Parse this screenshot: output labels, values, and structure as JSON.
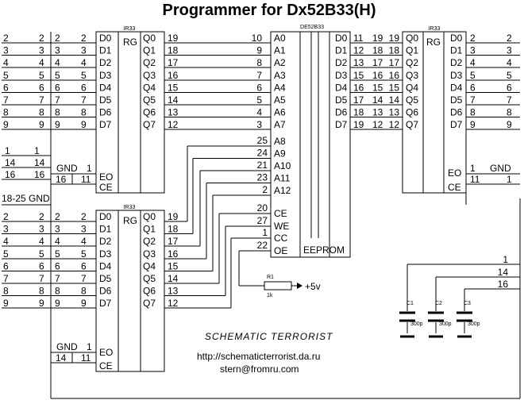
{
  "title": "Programmer for Dx52B33(H)",
  "chips": {
    "u1": {
      "name": "IR33",
      "func": "RG",
      "inputs": [
        "D0",
        "D1",
        "D2",
        "D3",
        "D4",
        "D5",
        "D6",
        "D7"
      ],
      "outputs": [
        "Q0",
        "Q1",
        "Q2",
        "Q3",
        "Q4",
        "Q5",
        "Q6",
        "Q7"
      ],
      "in_pins": [
        "2",
        "3",
        "4",
        "5",
        "6",
        "7",
        "8",
        "9"
      ],
      "out_pins": [
        "19",
        "18",
        "17",
        "16",
        "15",
        "14",
        "13",
        "12"
      ],
      "eo": "EO",
      "ce": "CE",
      "eo_pin": "1",
      "ce_pin": "11",
      "gnd": "GND",
      "left_ce_pin": "16"
    },
    "u2": {
      "name": "IR33",
      "func": "RG",
      "inputs": [
        "D0",
        "D1",
        "D2",
        "D3",
        "D4",
        "D5",
        "D6",
        "D7"
      ],
      "outputs": [
        "Q0",
        "Q1",
        "Q2",
        "Q3",
        "Q4",
        "Q5",
        "Q6",
        "Q7"
      ],
      "in_pins": [
        "2",
        "3",
        "4",
        "5",
        "6",
        "7",
        "8",
        "9"
      ],
      "out_pins": [
        "19",
        "18",
        "17",
        "16",
        "15",
        "14",
        "13",
        "12"
      ],
      "eo": "EO",
      "ce": "CE",
      "eo_pin": "1",
      "ce_pin": "11",
      "gnd": "GND",
      "left_ce_pin": "14"
    },
    "u3": {
      "name": "IR33",
      "func": "RG",
      "inputs": [
        "Q0",
        "Q1",
        "Q2",
        "Q3",
        "Q4",
        "Q5",
        "Q6",
        "Q7"
      ],
      "outputs": [
        "D0",
        "D1",
        "D2",
        "D3",
        "D4",
        "D5",
        "D6",
        "D7"
      ],
      "in_pins": [
        "19",
        "18",
        "17",
        "16",
        "15",
        "14",
        "13",
        "12"
      ],
      "out_pins": [
        "2",
        "3",
        "4",
        "5",
        "6",
        "7",
        "8",
        "9"
      ],
      "eo": "EO",
      "ce": "CE",
      "eo_pin": "1",
      "ce_pin": "11",
      "gnd": "GND",
      "right_ce_pin": "1"
    },
    "eeprom": {
      "name": "DE52B33",
      "label": "EEPROM",
      "addr": [
        "A0",
        "A1",
        "A2",
        "A3",
        "A4",
        "A5",
        "A6",
        "A7",
        "A8",
        "A9",
        "A10",
        "A11",
        "A12"
      ],
      "addr_pins": [
        "10",
        "9",
        "8",
        "7",
        "6",
        "5",
        "4",
        "3",
        "25",
        "24",
        "21",
        "23",
        "2"
      ],
      "ctrl": [
        "CE",
        "WE",
        "CC",
        "OE"
      ],
      "ctrl_pins": [
        "20",
        "27",
        "1",
        "22"
      ],
      "data": [
        "D0",
        "D1",
        "D2",
        "D3",
        "D4",
        "D5",
        "D6",
        "D7"
      ],
      "data_pins": [
        "11",
        "12",
        "13",
        "15",
        "16",
        "17",
        "18",
        "19"
      ]
    }
  },
  "connector_left": {
    "top_rows": [
      [
        "2",
        "2"
      ],
      [
        "3",
        "3"
      ],
      [
        "4",
        "4"
      ],
      [
        "5",
        "5"
      ],
      [
        "6",
        "6"
      ],
      [
        "7",
        "7"
      ],
      [
        "8",
        "8"
      ],
      [
        "9",
        "9"
      ]
    ],
    "mid_rows": [
      [
        "1",
        "1"
      ],
      [
        "14",
        "14"
      ],
      [
        "16",
        "16"
      ]
    ],
    "gnd_label": "18-25 GND",
    "bottom_rows": [
      [
        "2",
        "2"
      ],
      [
        "3",
        "3"
      ],
      [
        "4",
        "4"
      ],
      [
        "5",
        "5"
      ],
      [
        "6",
        "6"
      ],
      [
        "7",
        "7"
      ],
      [
        "8",
        "8"
      ],
      [
        "9",
        "9"
      ]
    ]
  },
  "connector_right": {
    "rows": [
      [
        "2",
        "2"
      ],
      [
        "3",
        "3"
      ],
      [
        "4",
        "4"
      ],
      [
        "5",
        "5"
      ],
      [
        "6",
        "6"
      ],
      [
        "7",
        "7"
      ],
      [
        "8",
        "8"
      ],
      [
        "9",
        "9"
      ]
    ]
  },
  "resistor": {
    "name": "R1",
    "value": "1k",
    "supply": "+5v"
  },
  "caps": [
    {
      "name": "C1",
      "value": "300p"
    },
    {
      "name": "C2",
      "value": "300p"
    },
    {
      "name": "C3",
      "value": "300p"
    }
  ],
  "cap_pins": [
    "1",
    "14",
    "16"
  ],
  "logo": "SCHEMATIC TERRORIST",
  "url": "http://schematicterrorist.da.ru",
  "email": "stern@fromru.com"
}
